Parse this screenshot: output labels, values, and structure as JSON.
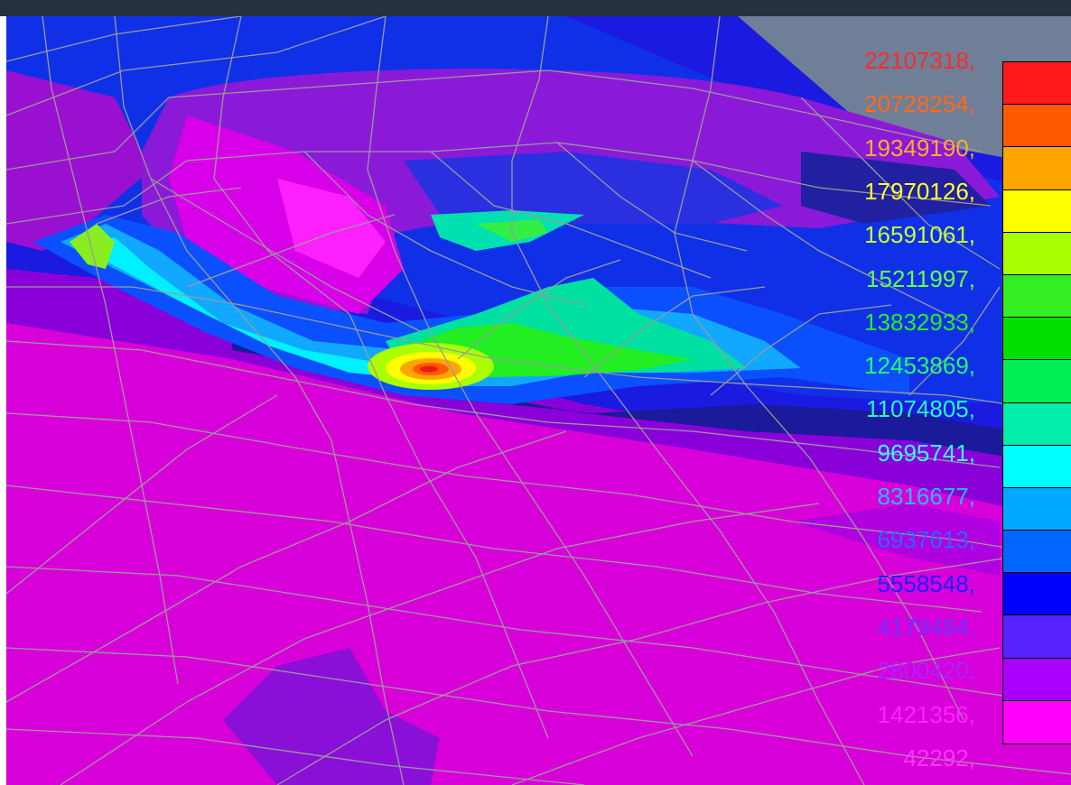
{
  "legend": {
    "levels": [
      {
        "label": "22107318,",
        "color": "#ff1a1a",
        "text_color": "#ff2a2a"
      },
      {
        "label": "20728254,",
        "color": "#ff5a00",
        "text_color": "#ff6a1a"
      },
      {
        "label": "19349190,",
        "color": "#ffa500",
        "text_color": "#ffad2a"
      },
      {
        "label": "17970126,",
        "color": "#ffff00",
        "text_color": "#ffff30"
      },
      {
        "label": "16591061,",
        "color": "#aaff00",
        "text_color": "#c8ff30"
      },
      {
        "label": "15211997,",
        "color": "#33ee22",
        "text_color": "#66ff44"
      },
      {
        "label": "13832933,",
        "color": "#00e000",
        "text_color": "#22f022"
      },
      {
        "label": "12453869,",
        "color": "#00ee55",
        "text_color": "#22ff66"
      },
      {
        "label": "11074805,",
        "color": "#00eeaa",
        "text_color": "#22ffbb"
      },
      {
        "label": "9695741,",
        "color": "#00ffff",
        "text_color": "#33ffff"
      },
      {
        "label": "8316677,",
        "color": "#00aaff",
        "text_color": "#22bbff"
      },
      {
        "label": "6937613,",
        "color": "#0066ff",
        "text_color": "#2a66ff"
      },
      {
        "label": "5558548,",
        "color": "#0000ff",
        "text_color": "#1a22ff"
      },
      {
        "label": "4179484,",
        "color": "#5522ff",
        "text_color": "#6633ff"
      },
      {
        "label": "2800420,",
        "color": "#aa00ff",
        "text_color": "#aa22ff"
      },
      {
        "label": "1421356,",
        "color": "#ff00ff",
        "text_color": "#ff22ff"
      },
      {
        "label": "42292,",
        "color": "#ff00ff",
        "text_color": "#ff33ff"
      }
    ]
  },
  "colors": {
    "background_slate": "#6f7f97",
    "mesh_line": "#9a9a9a",
    "base_magenta": "#d800d8",
    "top_bar": "#26313f"
  }
}
